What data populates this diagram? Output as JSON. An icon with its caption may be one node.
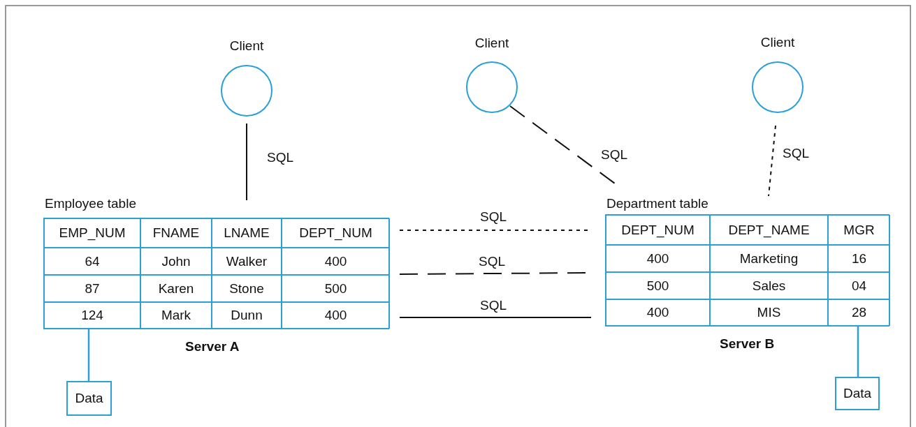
{
  "diagram": {
    "nodes": [
      {
        "text": [
          "Client"
        ]
      },
      {
        "text": [
          "Client"
        ]
      },
      {
        "text": [
          "Client"
        ]
      },
      {
        "text": [
          "Employee table"
        ],
        "beside": [
          "Server A"
        ]
      },
      {
        "text": [
          "Department table"
        ],
        "beside": [
          "Server B"
        ]
      },
      {
        "text": [
          "Data"
        ]
      },
      {
        "text": [
          "Data"
        ]
      }
    ],
    "edges": [
      {
        "from": 0,
        "to": 3,
        "arrow": "none",
        "label": "SQL"
      },
      {
        "from": 1,
        "to": 4,
        "arrow": "none",
        "label": "SQL",
        "style": "dashed"
      },
      {
        "from": 2,
        "to": 4,
        "arrow": "none",
        "label": "SQL",
        "style": "dashed"
      },
      {
        "from": 3,
        "to": 4,
        "arrow": "none",
        "label": "SQL",
        "style": "dashed"
      },
      {
        "from": 3,
        "to": 4,
        "arrow": "none",
        "label": "SQL",
        "style": "dashed"
      },
      {
        "from": 3,
        "to": 4,
        "arrow": "none",
        "label": "SQL"
      },
      {
        "from": 3,
        "to": 5,
        "arrow": "none",
        "color": "#2a9fd8"
      },
      {
        "from": 4,
        "to": 6,
        "arrow": "none",
        "color": "#2a9fd8"
      }
    ],
    "labels": [
      "EMP_NUM",
      "FNAME",
      "LNAME",
      "DEPT_NUM",
      "64",
      "John",
      "Walker",
      "400",
      "87",
      "Karen",
      "Stone",
      "500",
      "124",
      "Mark",
      "Dunn",
      "400",
      "DEPT_NUM",
      "DEPT_NAME",
      "MGR",
      "400",
      "Marketing",
      "16",
      "500",
      "Sales",
      "04",
      "400",
      "MIS",
      "28"
    ]
  }
}
